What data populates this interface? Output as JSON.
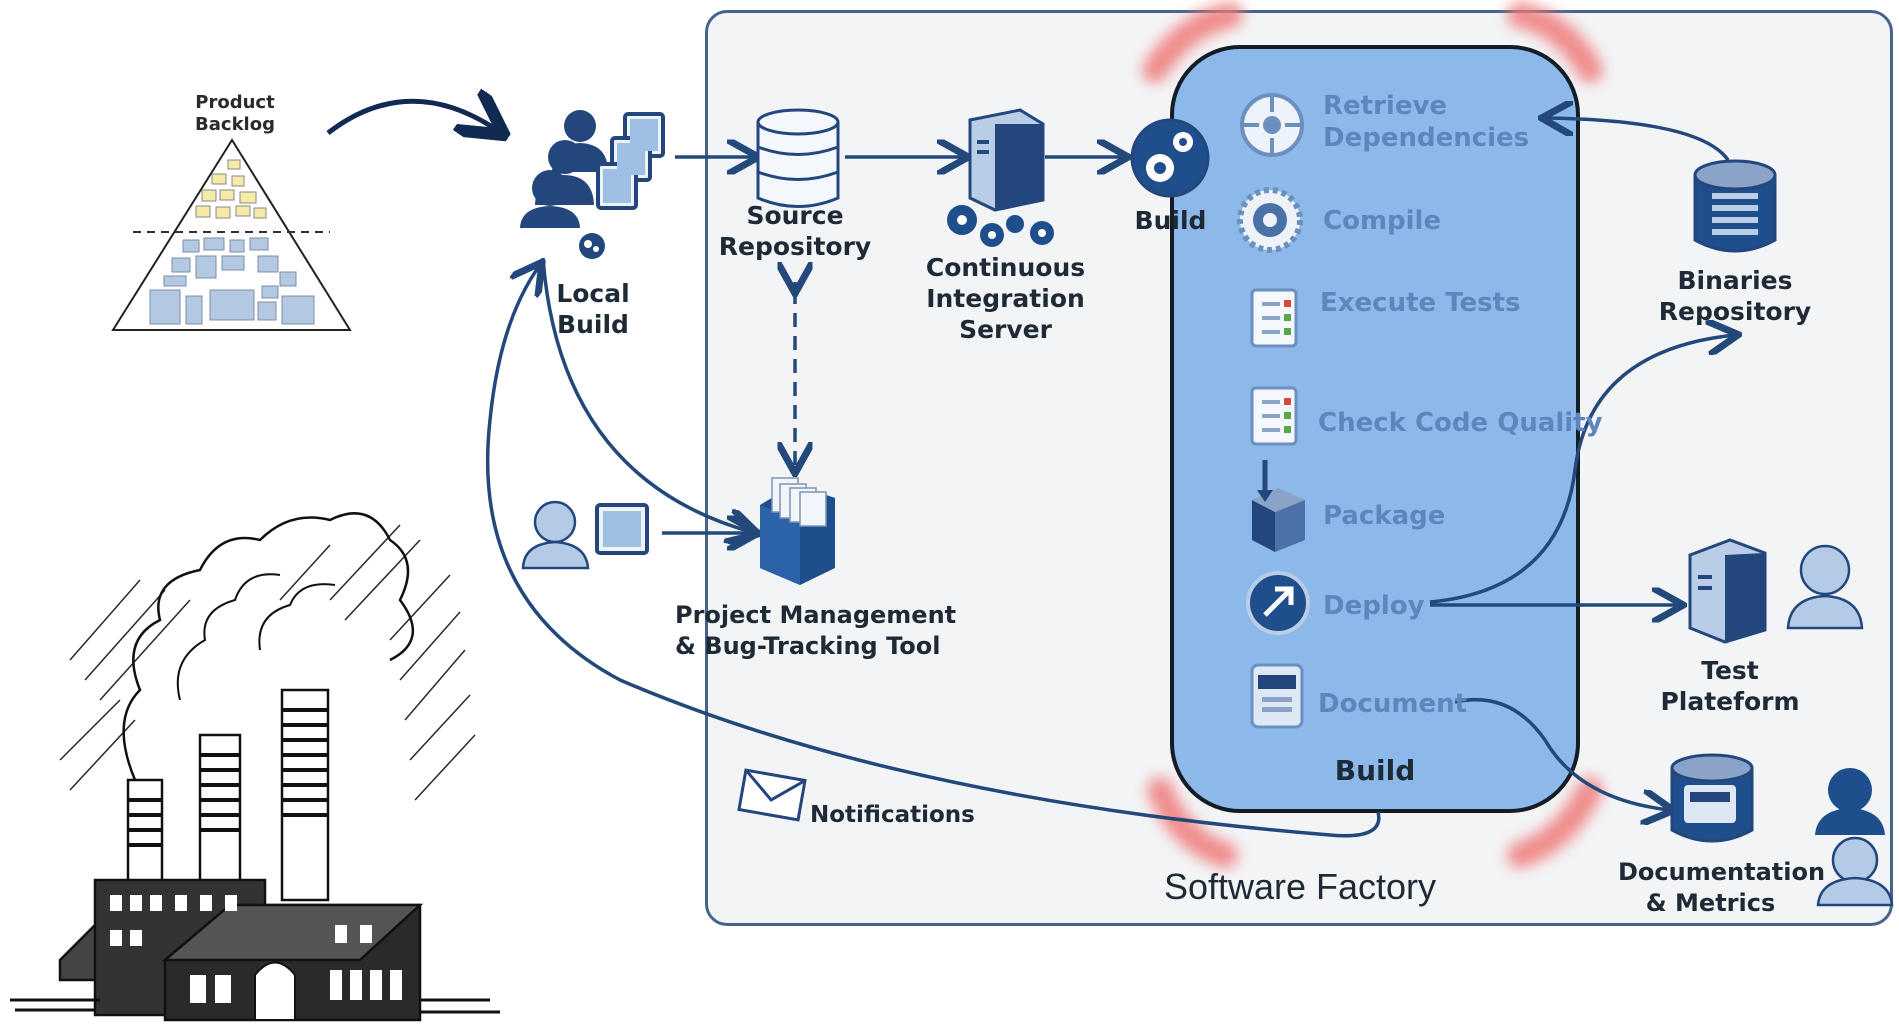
{
  "backlog": {
    "title_line1": "Product",
    "title_line2": "Backlog"
  },
  "nodes": {
    "local_build": {
      "line1": "Local",
      "line2": "Build"
    },
    "source_repo": {
      "line1": "Source",
      "line2": "Repository"
    },
    "ci_server": {
      "line1": "Continuous",
      "line2": "Integration",
      "line3": "Server"
    },
    "build_gear": {
      "label": "Build"
    },
    "pm_tool": {
      "line1": "Project Management",
      "line2": "& Bug-Tracking Tool"
    },
    "notifications": {
      "label": "Notifications"
    },
    "binaries": {
      "line1": "Binaries",
      "line2": "Repository"
    },
    "test_platform": {
      "line1": "Test",
      "line2": "Plateform"
    },
    "docs_metrics": {
      "line1": "Documentation",
      "line2": "& Metrics"
    }
  },
  "build_box": {
    "title": "Build",
    "steps": [
      {
        "line1": "Retrieve",
        "line2": "Dependencies",
        "icon": "crosshair-icon"
      },
      {
        "line1": "Compile",
        "icon": "gear-icon"
      },
      {
        "line1": "Execute Tests",
        "icon": "checklist-icon"
      },
      {
        "line1": "Check Code Quality",
        "icon": "checklist-icon"
      },
      {
        "line1": "Package",
        "icon": "box-icon"
      },
      {
        "line1": "Deploy",
        "icon": "arrow-circle-icon"
      },
      {
        "line1": "Document",
        "icon": "document-icon"
      }
    ]
  },
  "frame": {
    "title": "Software Factory"
  },
  "colors": {
    "accent": "#1f4e8c",
    "build_fill": "#8cb8ea",
    "step_text": "#5d86be",
    "frame_border": "#46648a",
    "glow": "#f07a7a"
  }
}
